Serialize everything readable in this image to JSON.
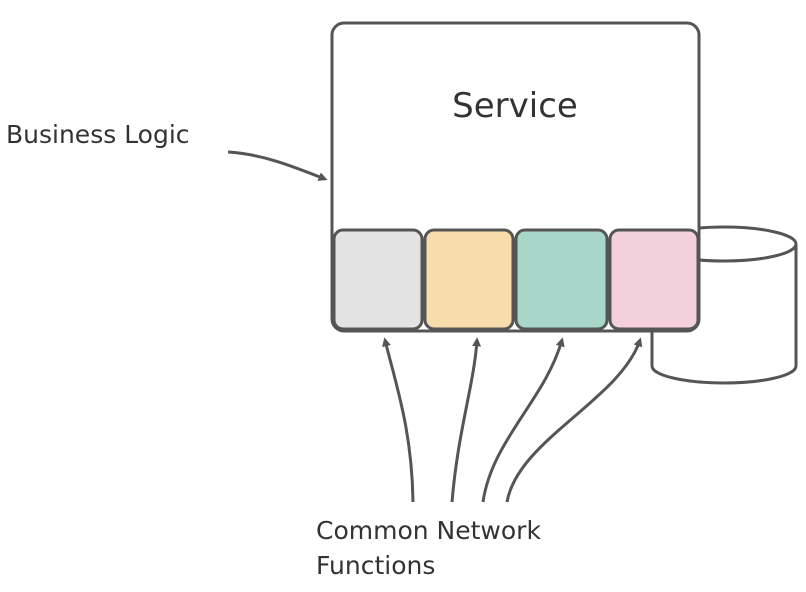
{
  "diagram": {
    "service_label": "Service",
    "business_logic_label": "Business Logic",
    "network_functions_label_line1": "Common Network",
    "network_functions_label_line2": "Functions",
    "network_function_slots": [
      {
        "color": "#e3e3e3"
      },
      {
        "color": "#f9dcab"
      },
      {
        "color": "#a8d7c9"
      },
      {
        "color": "#f4d0dd"
      }
    ],
    "colors": {
      "stroke": "#555555",
      "arrow": "#555555",
      "text": "#333333",
      "background": "#ffffff"
    }
  }
}
